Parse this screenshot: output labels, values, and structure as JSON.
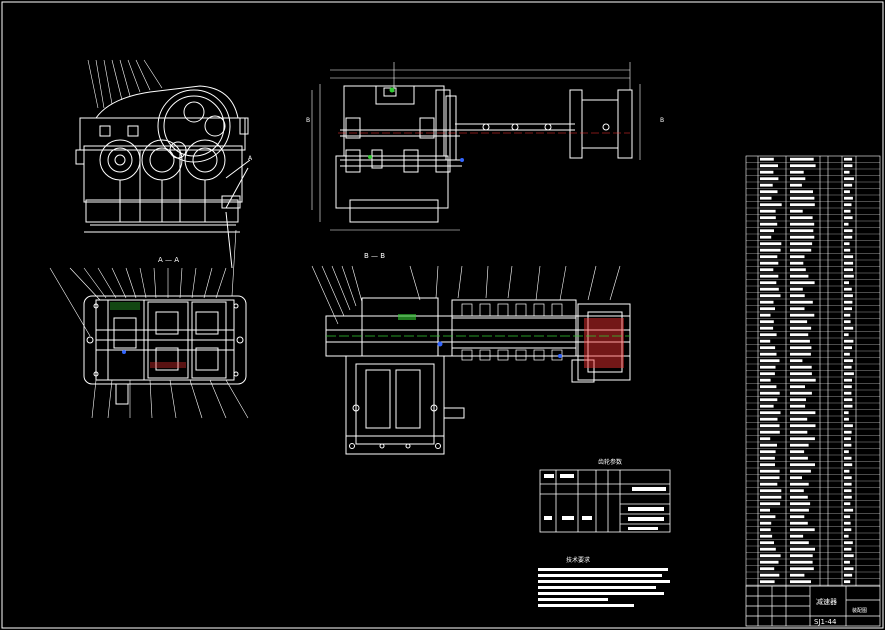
{
  "drawing": {
    "background_color": "#000000",
    "line_color": "#ffffff",
    "accent_colors": [
      "#ff3333",
      "#33cc33",
      "#3366ff"
    ],
    "view_labels": {
      "section_aa": "A — A",
      "section_bb": "B — B",
      "marker_a": "A",
      "marker_b": "B"
    },
    "gear_table_title": "齿轮参数",
    "tech_requirements_title": "技术要求",
    "title_block": {
      "name": "减速器",
      "drawing_no": "装配图",
      "code": "SJ1-44"
    }
  }
}
